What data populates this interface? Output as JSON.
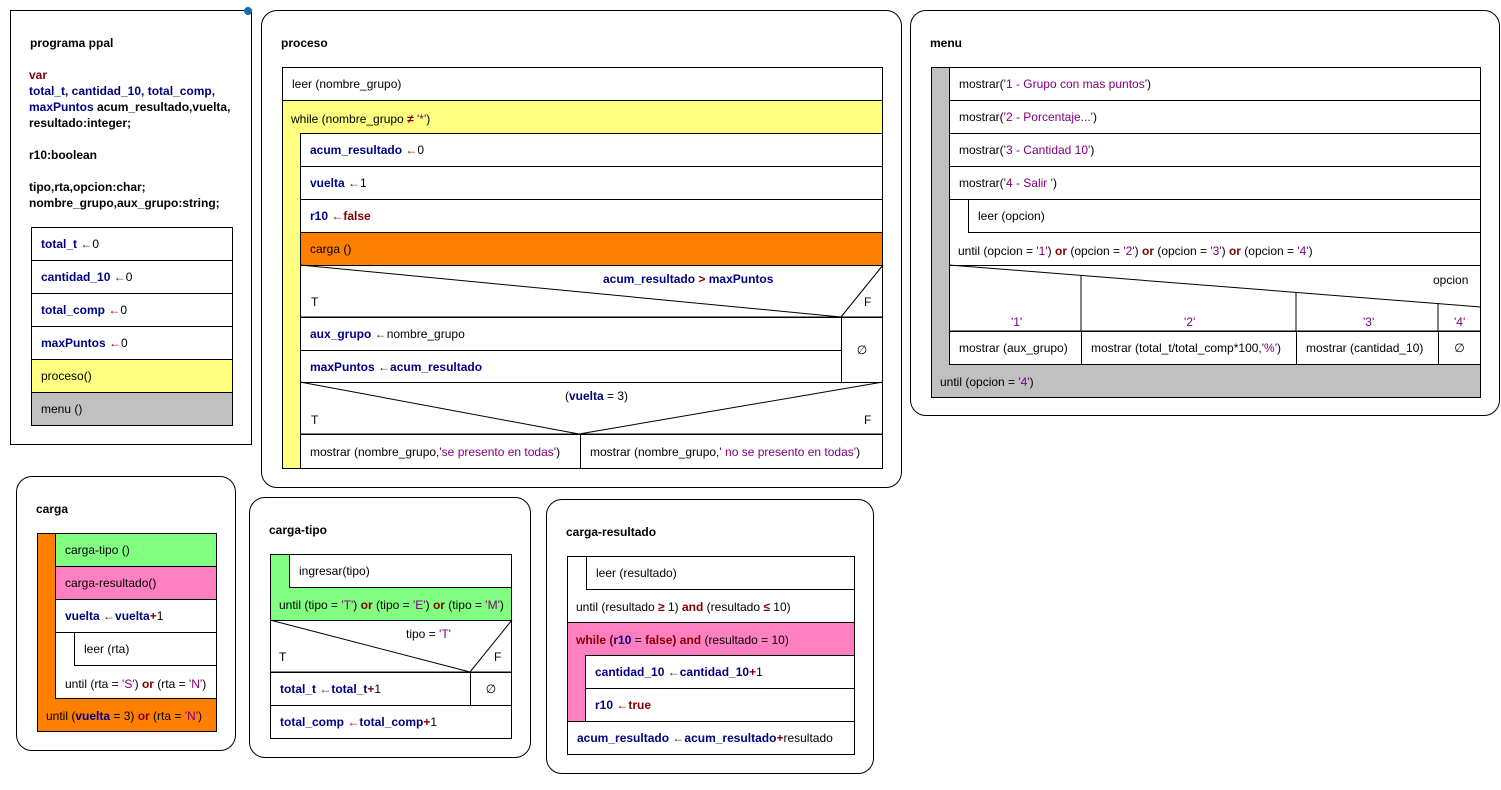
{
  "ppal": {
    "title": "programa ppal",
    "var_kw": "var",
    "decl_line1_vars": "total_t, cantidad_10, total_comp,",
    "decl_line2_vars": "maxPuntos",
    "decl_line2_rest": " acum_resultado,vuelta,",
    "decl_line3": "resultado:integer;",
    "decl_r10": "r10:boolean",
    "decl_char": "tipo,rta,opcion:char;",
    "decl_string": "nombre_grupo,aux_grupo:string;",
    "steps": [
      {
        "var": "total_t",
        "arrow": "←",
        "val": " 0"
      },
      {
        "var": "cantidad_10",
        "arrow": "←",
        "val": " 0"
      },
      {
        "var": "total_comp",
        "arrow": "←",
        "val": " 0"
      },
      {
        "var": "maxPuntos",
        "arrow": "←",
        "val": " 0"
      }
    ],
    "call_proceso": "proceso()",
    "call_menu": "menu ()"
  },
  "proceso": {
    "title": "proceso",
    "read": "leer (nombre_grupo)",
    "while_pre": "while (nombre_grupo ",
    "while_op": "≠",
    "while_str": " '*'",
    "while_post": ")",
    "s1_var": "acum_resultado",
    "s1_arrow": "←",
    "s1_val": " 0",
    "s2_var": "vuelta",
    "s2_arrow": "←",
    "s2_val": " 1",
    "s3_var": "r10",
    "s3_arrow": "←",
    "s3_val": "false",
    "carga_call": "carga ()",
    "if1_left": "acum_resultado",
    "if1_op": ">",
    "if1_right": "maxPuntos",
    "t_label": "T",
    "f_label": "F",
    "a1_var": "aux_grupo",
    "a1_arrow": "←",
    "a1_val": " nombre_grupo",
    "a2_var": "maxPuntos",
    "a2_arrow": "←",
    "a2_val": "acum_resultado",
    "empty": "∅",
    "if2_open": "(",
    "if2_var": "vuelta",
    "if2_eq": " = ",
    "if2_val": "3)",
    "out_t_pre": "mostrar (nombre_grupo,",
    "out_t_str": "'se presento en todas'",
    "out_t_post": ")",
    "out_f_pre": "mostrar (nombre_grupo,",
    "out_f_str": "' no se presento en todas'",
    "out_f_post": ")"
  },
  "menu": {
    "title": "menu",
    "m1_pre": "mostrar(",
    "m1_str": "'1 - Grupo con mas puntos'",
    "m1_post": ")",
    "m2_pre": "mostrar(",
    "m2_str": "'2 - Porcentaje...'",
    "m2_post": ")",
    "m3_pre": "mostrar(",
    "m3_str": "'3 - Cantidad 10'",
    "m3_post": ")",
    "m4_pre": "mostrar(",
    "m4_str": "'4 - Salir '",
    "m4_post": ")",
    "read": "leer (opcion)",
    "until_parts": [
      "until (opcion = ",
      "'1'",
      ") ",
      "or",
      " (opcion = ",
      "'2'",
      ") ",
      "or",
      " (opcion = ",
      "'3'",
      ") ",
      "or",
      " (opcion = ",
      "'4'",
      ")"
    ],
    "case_var": "opcion",
    "case_labels": [
      "'1'",
      "'2'",
      "'3'",
      "'4'"
    ],
    "case_actions": [
      "mostrar (aux_grupo)",
      "mostrar (total_t/total_comp*100,",
      "mostrar (cantidad_10)",
      "∅"
    ],
    "case2_str": "'%'",
    "case2_post": ")",
    "until_outer_pre": "until (opcion = ",
    "until_outer_str": "'4'",
    "until_outer_post": ")"
  },
  "carga": {
    "title": "carga",
    "c1": "carga-tipo ()",
    "c2": "carga-resultado()",
    "inc_var": "vuelta",
    "inc_arrow": "←",
    "inc_var2": "vuelta",
    "inc_op": " + ",
    "inc_val": "1",
    "read": "leer (rta)",
    "until_in_pre": "until (rta = ",
    "until_in_s1": "'S'",
    "until_in_mid": ") ",
    "until_in_or": "or",
    "until_in_mid2": " (rta = ",
    "until_in_s2": "'N'",
    "until_in_post": ")",
    "until_out_pre": "until (",
    "until_out_var": "vuelta",
    "until_out_eq": " = 3) ",
    "until_out_or": "or",
    "until_out_mid": " (rta = ",
    "until_out_s": "'N'",
    "until_out_post": ")"
  },
  "cargatipo": {
    "title": "carga-tipo",
    "input": "ingresar(tipo)",
    "until_parts": [
      "until (tipo = ",
      "'T'",
      ") ",
      "or",
      " (tipo = ",
      "'E'",
      ") ",
      "or",
      " (tipo = ",
      "'M'",
      ")"
    ],
    "cond_pre": "tipo = ",
    "cond_str": "'T'",
    "t_label": "T",
    "f_label": "F",
    "s1_var": "total_t",
    "s1_arrow": "←",
    "s1_var2": "total_t",
    "s1_op": " +",
    "s1_val": "1",
    "empty": "∅",
    "s2_var": "total_comp",
    "s2_arrow": "←",
    "s2_var2": "total_comp",
    "s2_op": " + ",
    "s2_val": "1"
  },
  "cargares": {
    "title": "carga-resultado",
    "read": "leer (resultado)",
    "until_pre": "until (resultado ",
    "until_ge": "≥",
    "until_mid": " 1) ",
    "until_and": "and",
    "until_mid2": " (resultado ",
    "until_le": "≤",
    "until_post": " 10)",
    "while_pre": "while (",
    "while_var": "r10",
    "while_eq": " = ",
    "while_false": "false",
    "while_close": ") ",
    "while_and": "and",
    "while_post": " (resultado = 10)",
    "s1_var": "cantidad_10",
    "s1_arrow": "←",
    "s1_var2": "cantidad_10",
    "s1_op": " +",
    "s1_val": "1",
    "s2_var": "r10",
    "s2_arrow": "←",
    "s2_val": "true",
    "fin_var": "acum_resultado",
    "fin_arrow": "←",
    "fin_var2": "acum_resultado",
    "fin_op": " + ",
    "fin_val": "resultado"
  },
  "colors": {
    "yellow": "#ffff80",
    "orange": "#ff8000",
    "gray": "#c0c0c0",
    "green": "#80ff80",
    "pink": "#ff80c0",
    "var_blue": "#000080",
    "keyword_red": "#800000",
    "string_purple": "#800080"
  }
}
